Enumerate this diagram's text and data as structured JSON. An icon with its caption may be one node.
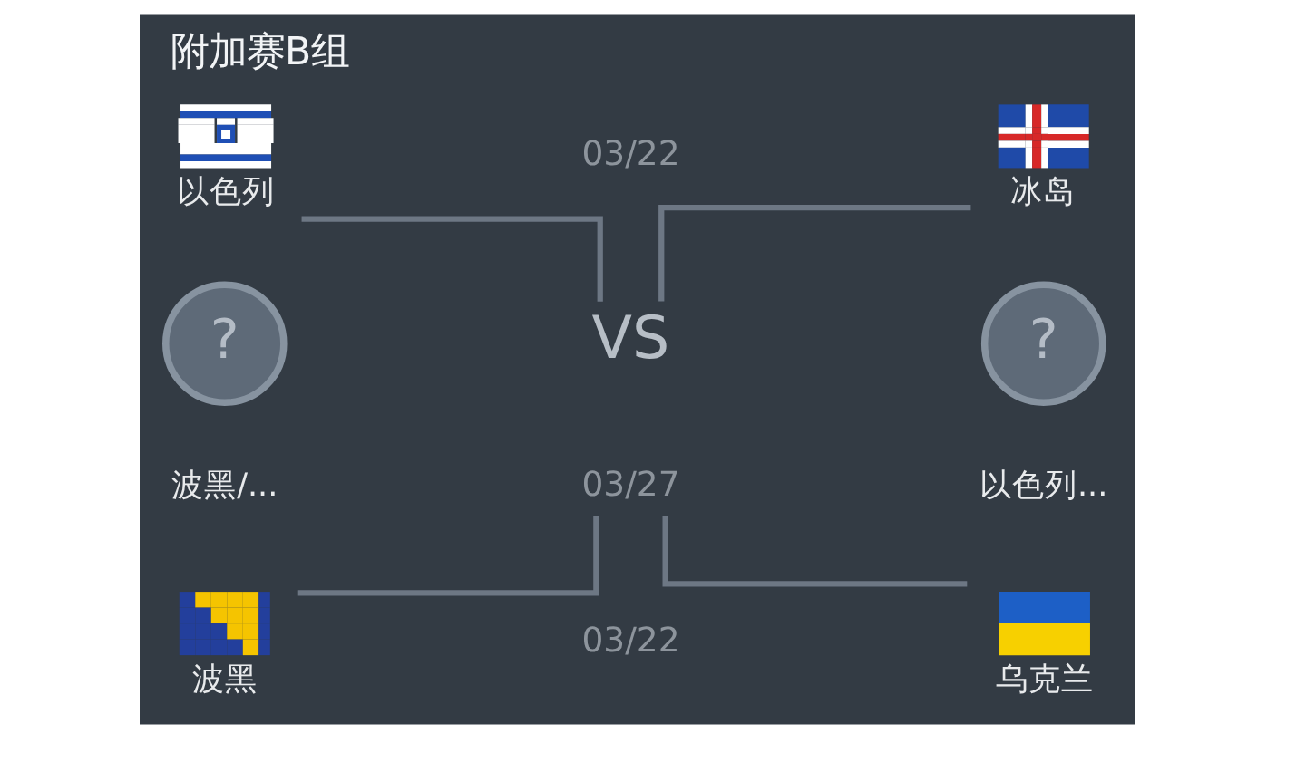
{
  "diagram": {
    "title": "附加赛B组",
    "nodes": [
      {
        "text": [
          "以色列"
        ]
      },
      {
        "text": [
          "冰岛"
        ]
      },
      {
        "text": [
          "?"
        ],
        "beside": [
          "波黑/..."
        ]
      },
      {
        "text": [
          "VS"
        ]
      },
      {
        "text": [
          "?"
        ],
        "beside": [
          "以色列..."
        ]
      },
      {
        "text": [
          "03/27"
        ]
      },
      {
        "text": [
          "波黑"
        ]
      },
      {
        "text": [
          "乌克兰"
        ]
      }
    ],
    "edges": [
      {
        "from": 0,
        "to": 3,
        "arrow": "none"
      },
      {
        "from": 1,
        "to": 3,
        "arrow": "none"
      },
      {
        "from": 6,
        "to": 5,
        "arrow": "none"
      },
      {
        "from": 7,
        "to": 5,
        "arrow": "none"
      }
    ],
    "labels": [
      "03/22",
      "03/22"
    ]
  }
}
